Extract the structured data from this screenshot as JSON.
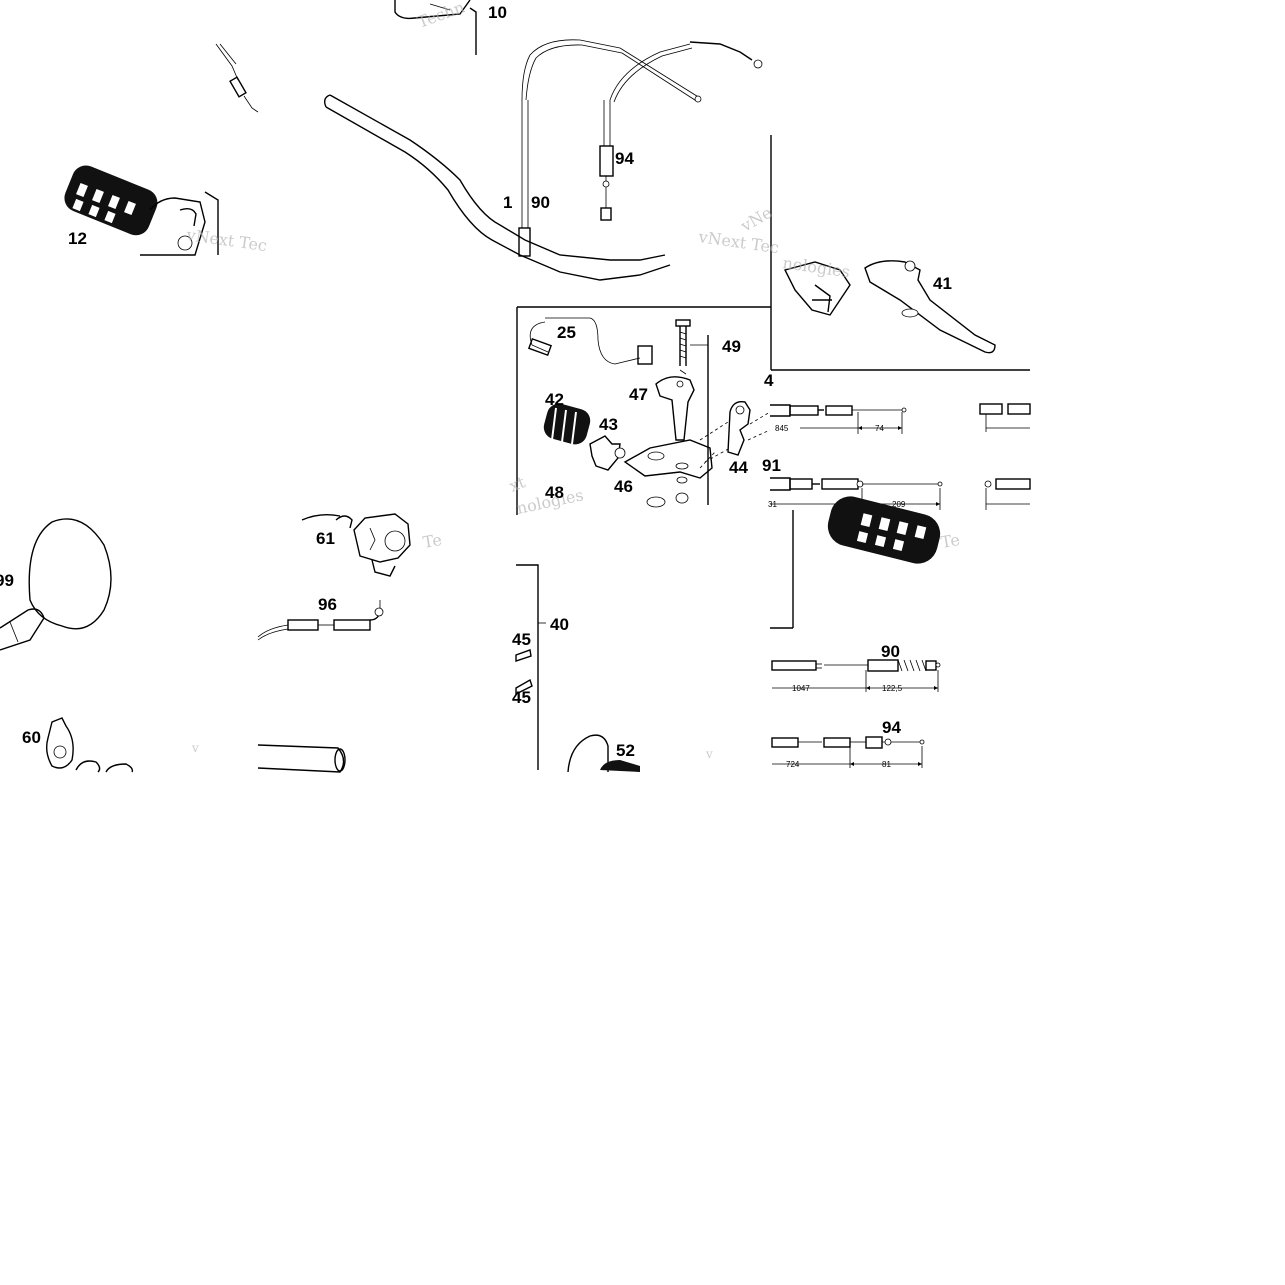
{
  "parts": [
    {
      "id": "p10",
      "num": "10"
    },
    {
      "id": "p12",
      "num": "12"
    },
    {
      "id": "p1",
      "num": "1"
    },
    {
      "id": "p90",
      "num": "90"
    },
    {
      "id": "p94",
      "num": "94"
    },
    {
      "id": "p41",
      "num": "41"
    },
    {
      "id": "p25",
      "num": "25"
    },
    {
      "id": "p49",
      "num": "49"
    },
    {
      "id": "p47",
      "num": "47"
    },
    {
      "id": "p42",
      "num": "42"
    },
    {
      "id": "p43",
      "num": "43"
    },
    {
      "id": "p44",
      "num": "44"
    },
    {
      "id": "p46",
      "num": "46"
    },
    {
      "id": "p48",
      "num": "48"
    },
    {
      "id": "p4",
      "num": "4"
    },
    {
      "id": "p91",
      "num": "91"
    },
    {
      "id": "p61",
      "num": "61"
    },
    {
      "id": "p96",
      "num": "96"
    },
    {
      "id": "p40",
      "num": "40"
    },
    {
      "id": "p45a",
      "num": "45"
    },
    {
      "id": "p45b",
      "num": "45"
    },
    {
      "id": "p99",
      "num": "99"
    },
    {
      "id": "p60",
      "num": "60"
    },
    {
      "id": "p52",
      "num": "52"
    },
    {
      "id": "p90b",
      "num": "90"
    },
    {
      "id": "p94b",
      "num": "94"
    }
  ],
  "dimensions": {
    "d845": "845",
    "d74": "74",
    "d31": "31",
    "d209": "209",
    "d1047": "1047",
    "d1225": "122,5",
    "d724": "724",
    "d81": "81"
  },
  "watermarks": {
    "w1": "Techn",
    "w2": "vNext Tec",
    "w3": "vNext Tec",
    "w4": "vNe",
    "w5": "nologies",
    "w6": "xt",
    "w7": "nologies",
    "w8": "Te",
    "w9": "Te",
    "w10": "v",
    "w11": "v"
  }
}
